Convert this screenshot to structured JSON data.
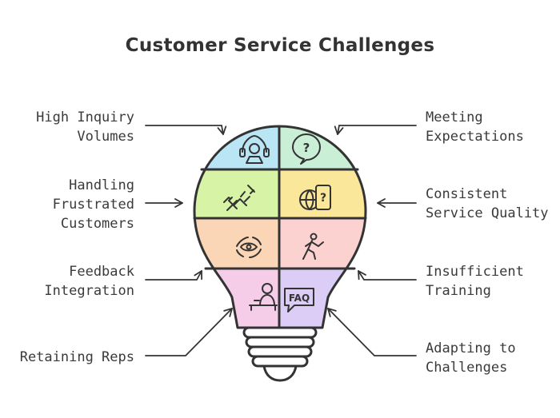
{
  "title": "Customer Service Challenges",
  "left_labels": [
    {
      "text": "High Inquiry\nVolumes"
    },
    {
      "text": "Handling\nFrustrated\nCustomers"
    },
    {
      "text": "Feedback\nIntegration"
    },
    {
      "text": "Retaining Reps"
    }
  ],
  "right_labels": [
    {
      "text": "Meeting\nExpectations"
    },
    {
      "text": "Consistent\nService Quality"
    },
    {
      "text": "Insufficient\nTraining"
    },
    {
      "text": "Adapting to\nChallenges"
    }
  ],
  "icons": {
    "faq_text": "FAQ",
    "help_text": "?"
  },
  "colors": {
    "outline": "#333333",
    "row1_left": "#b9e5f4",
    "row1_right": "#c9efd6",
    "row2_left": "#d6f3a6",
    "row2_right": "#fbe79a",
    "row3_left": "#fbd6b6",
    "row3_right": "#fbd2cf",
    "row4_left": "#f6cde8",
    "row4_right": "#dccdf6"
  }
}
